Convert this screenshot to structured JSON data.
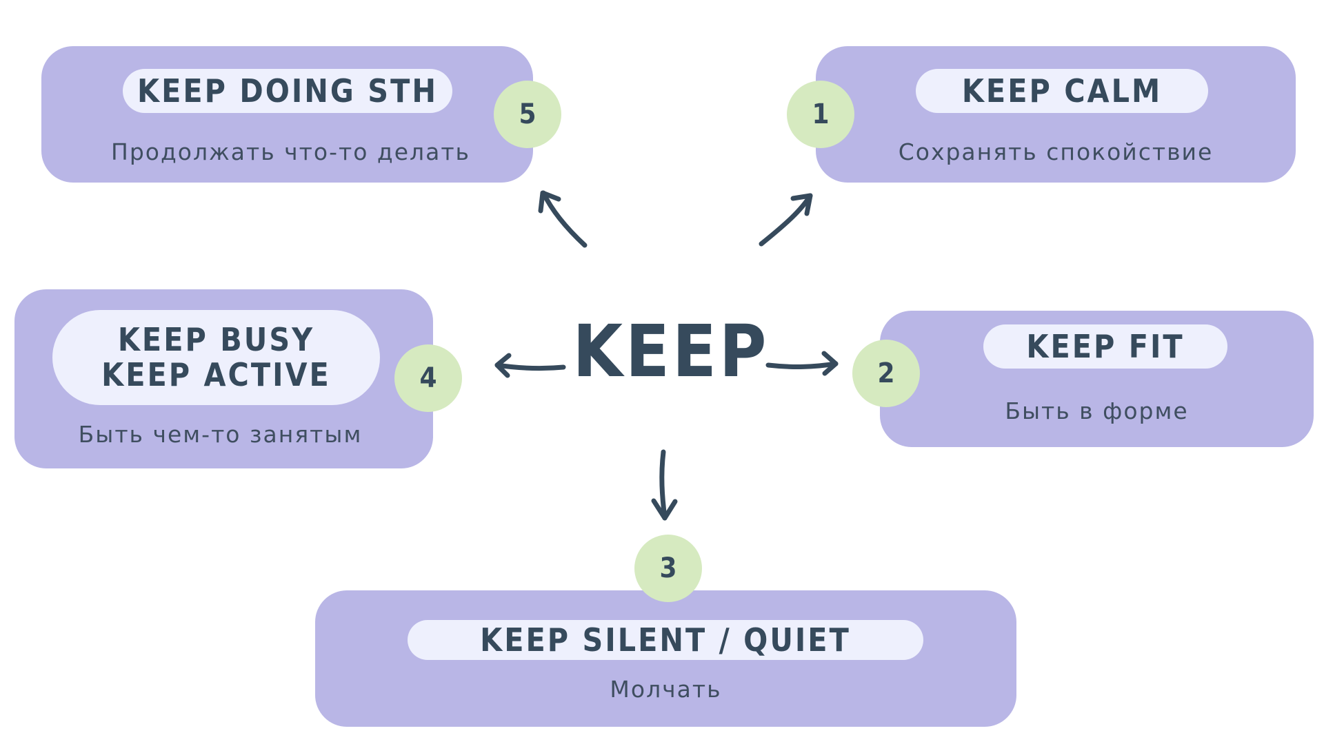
{
  "center": {
    "label": "KEEP"
  },
  "nodes": [
    {
      "number": "5",
      "phrase": "KEEP DOING STH",
      "translation": "Продолжать что-то делать"
    },
    {
      "number": "1",
      "phrase": "KEEP CALM",
      "translation": "Сохранять спокойствие"
    },
    {
      "number": "4",
      "phrase": "KEEP BUSY\nKEEP ACTIVE",
      "translation": "Быть чем-то занятым"
    },
    {
      "number": "2",
      "phrase": "KEEP FIT",
      "translation": "Быть в форме"
    },
    {
      "number": "3",
      "phrase": "KEEP SILENT / QUIET",
      "translation": "Молчать"
    }
  ],
  "colors": {
    "card": "#b9b6e6",
    "pill": "#eef0fd",
    "badge": "#d6eac0",
    "ink": "#364a5c"
  }
}
